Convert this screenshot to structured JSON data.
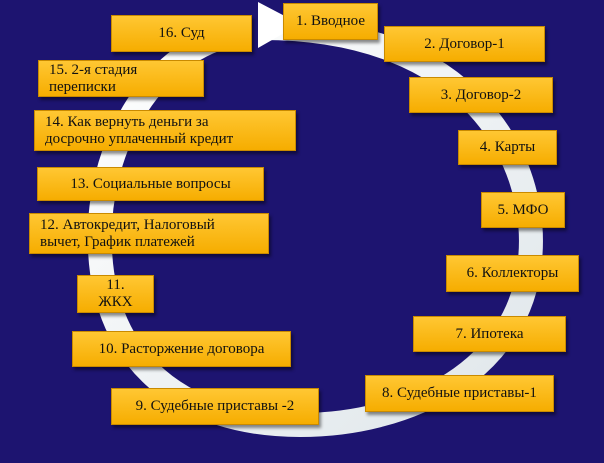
{
  "colors": {
    "background": "#1d1470",
    "box_fill": "#ffc733",
    "ring": "#e8eef0"
  },
  "items": [
    {
      "label": "1. Вводное"
    },
    {
      "label": "2. Договор-1"
    },
    {
      "label": "3. Договор-2"
    },
    {
      "label": "4. Карты"
    },
    {
      "label": "5. МФО"
    },
    {
      "label": "6. Коллекторы"
    },
    {
      "label": "7. Ипотека"
    },
    {
      "label": "8. Судебные приставы-1"
    },
    {
      "label": "9. Судебные приставы -2"
    },
    {
      "label": "10. Расторжение договора"
    },
    {
      "label": "11.\nЖКХ"
    },
    {
      "label": "12. Автокредит, Налоговый\nвычет, График платежей"
    },
    {
      "label": "13. Социальные вопросы"
    },
    {
      "label": "14. Как вернуть деньги за\nдосрочно уплаченный кредит"
    },
    {
      "label": "15. 2-я стадия\nпереписки"
    },
    {
      "label": "16. Суд"
    }
  ]
}
